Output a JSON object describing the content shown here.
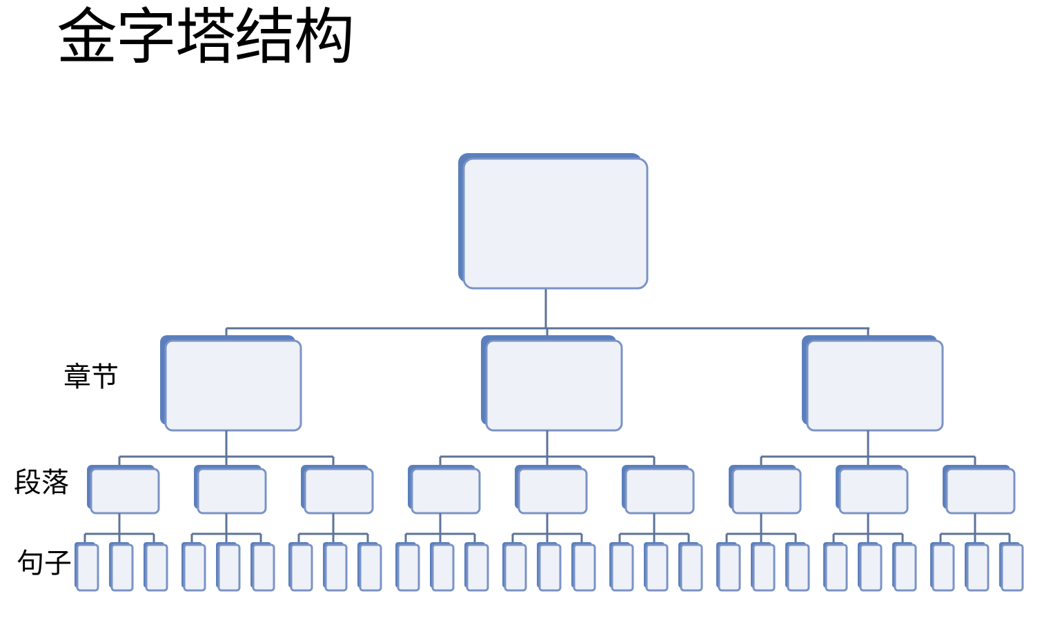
{
  "title": "金字塔结构",
  "levels": {
    "chapter": "章节",
    "paragraph": "段落",
    "sentence": "句子"
  },
  "tree": {
    "root_count": 1,
    "chapter_count": 3,
    "paragraphs_per_chapter": 3,
    "sentences_per_paragraph": 3
  },
  "colors": {
    "box_fill": "#eef1f8",
    "box_stroke": "#7a93c6",
    "box_shadow": "#5b7fbd",
    "connector": "#5d7399"
  }
}
